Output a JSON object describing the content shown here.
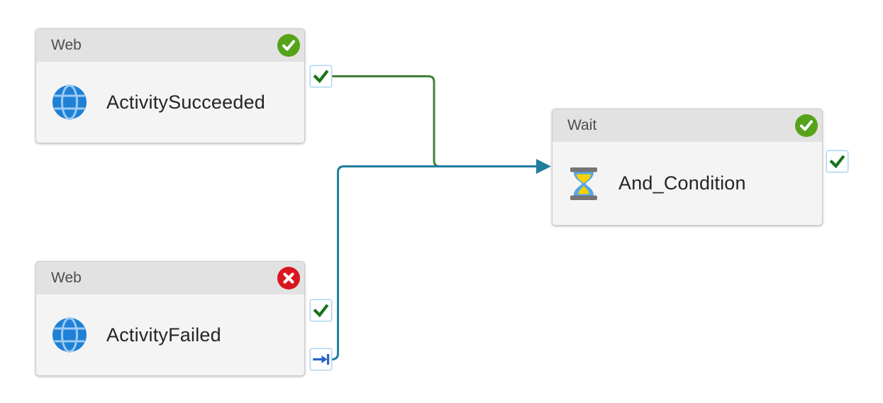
{
  "canvas": {
    "label": "pipeline-canvas"
  },
  "colors": {
    "canvas_bg": "#ffffff",
    "node_header_bg": "#e2e2e2",
    "node_body_bg": "#f4f4f4",
    "node_border": "#cccccc",
    "header_text": "#4d4d4d",
    "name_text": "#252525",
    "badge_green": "#55a319",
    "badge_red": "#d9151f",
    "port_border": "#a8d2f0",
    "port_check_green": "#17741a",
    "port_arrow_blue": "#2a65c8",
    "edge_green": "#41803a",
    "edge_teal": "#1f7e9d",
    "globe_blue": "#1e81d6",
    "globe_line": "#9ccaf3",
    "hourglass_gray": "#757575",
    "hourglass_blue": "#54a7e8",
    "sand_yellow": "#f8d104"
  },
  "nodes": [
    {
      "type_label": "Web",
      "name": "ActivitySucceeded",
      "status": "Succeeded",
      "status_icon": "green-check-badge",
      "icon": "globe-icon",
      "output_ports": [
        "success"
      ]
    },
    {
      "type_label": "Web",
      "name": "ActivityFailed",
      "status": "Failed",
      "status_icon": "red-x-badge",
      "icon": "globe-icon",
      "output_ports": [
        "success",
        "completion"
      ]
    },
    {
      "type_label": "Wait",
      "name": "And_Condition",
      "status": "Succeeded",
      "status_icon": "green-check-badge",
      "icon": "hourglass-icon",
      "output_ports": [
        "success"
      ]
    }
  ],
  "edges": [
    {
      "from": "ActivitySucceeded",
      "from_port": "success",
      "to": "And_Condition",
      "color_key": "edge_green"
    },
    {
      "from": "ActivityFailed",
      "from_port": "completion",
      "to": "And_Condition",
      "color_key": "edge_teal"
    }
  ]
}
